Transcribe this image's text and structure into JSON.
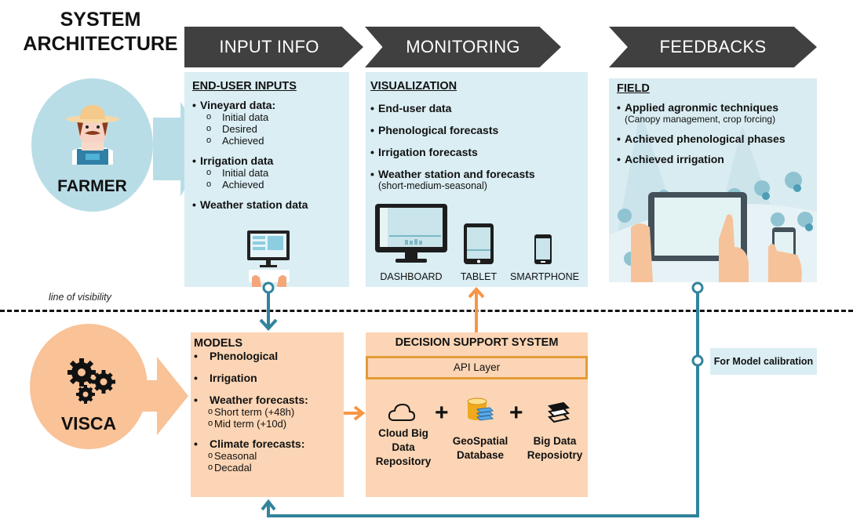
{
  "title": {
    "line1": "SYSTEM",
    "line2": "ARCHITECTURE"
  },
  "stages": [
    {
      "label": "INPUT INFO"
    },
    {
      "label": "MONITORING"
    },
    {
      "label": "FEEDBACKS"
    }
  ],
  "actors": {
    "farmer": {
      "label": "FARMER",
      "icon": "farmer-icon",
      "color": "#b8dde7"
    },
    "visca": {
      "label": "VISCA",
      "icon": "gears-icon",
      "color": "#f9c297"
    }
  },
  "visibility_line": {
    "label": "line of visibility"
  },
  "end_user_inputs": {
    "heading": "END-USER INPUTS",
    "groups": [
      {
        "label": "Vineyard data:",
        "items": [
          "Initial data",
          "Desired",
          "Achieved"
        ]
      },
      {
        "label": "Irrigation data",
        "items": [
          "Initial data",
          "Achieved"
        ]
      },
      {
        "label": "Weather station data",
        "items": []
      }
    ],
    "icon": "desktop-computer-icon"
  },
  "visualization": {
    "heading": "VISUALIZATION",
    "items": [
      {
        "label": "End-user data"
      },
      {
        "label": "Phenological forecasts"
      },
      {
        "label": "Irrigation forecasts"
      },
      {
        "label": "Weather station and forecasts",
        "note": "(short-medium-seasonal)"
      }
    ],
    "devices": [
      {
        "label": "DASHBOARD",
        "icon": "monitor-icon"
      },
      {
        "label": "TABLET",
        "icon": "tablet-icon"
      },
      {
        "label": "SMARTPHONE",
        "icon": "smartphone-icon"
      }
    ]
  },
  "field": {
    "heading": "FIELD",
    "items": [
      {
        "label": "Applied agronmic techniques",
        "note": "(Canopy management, crop forcing)"
      },
      {
        "label": "Achieved phenological phases"
      },
      {
        "label": "Achieved irrigation"
      }
    ]
  },
  "models": {
    "heading": "MODELS",
    "groups": [
      {
        "label": "Phenological",
        "items": []
      },
      {
        "label": "Irrigation",
        "items": []
      },
      {
        "label": "Weather forecasts:",
        "items": [
          "Short term (+48h)",
          "Mid term (+10d)"
        ]
      },
      {
        "label": "Climate forecasts:",
        "items": [
          "Seasonal",
          "Decadal"
        ]
      }
    ]
  },
  "dss": {
    "heading": "DECISION SUPPORT SYSTEM",
    "api_layer": "API Layer",
    "plus": "+",
    "components": [
      {
        "label_lines": [
          "Cloud Big",
          "Data",
          "Repository"
        ],
        "icon": "cloud-icon"
      },
      {
        "label_lines": [
          "GeoSpatial",
          "Database"
        ],
        "icon": "database-icon"
      },
      {
        "label_lines": [
          "Big Data",
          "Reposiotry"
        ],
        "icon": "layers-icon"
      }
    ]
  },
  "calibration": {
    "label": "For Model calibration"
  },
  "colors": {
    "chevron": "#404040",
    "panel_blue": "#daeef3",
    "panel_orange": "#fbd5b5",
    "arrow_teal": "#31849b",
    "arrow_orange": "#f79646",
    "api_border": "#e59b36"
  }
}
